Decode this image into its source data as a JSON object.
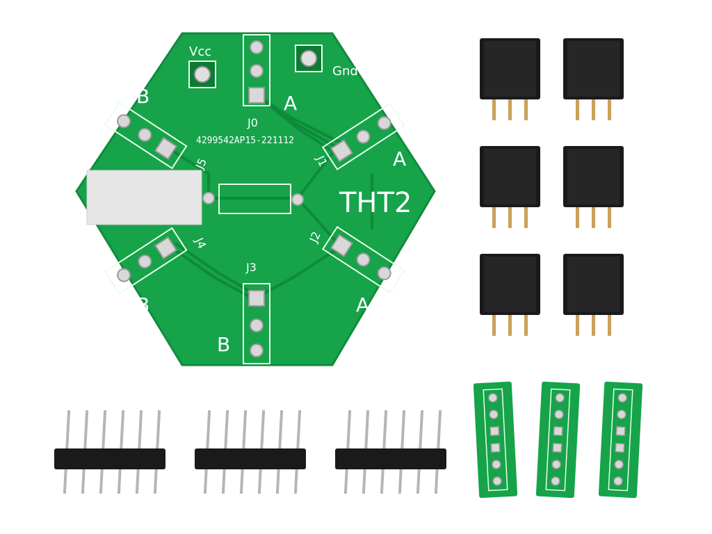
{
  "photo": {
    "background": "#ffffff",
    "pcb_color": "#16a34a",
    "pcb_dark_color": "#0d7a35",
    "header_body_color": "#1a1a1a",
    "pin_color": "#c8a15a"
  },
  "board": {
    "vcc_label": "Vcc",
    "gnd_label": "Gnd",
    "id_text": "4299542AP15-221112",
    "name_text": "THT2",
    "connectors": [
      {
        "ref": "J0",
        "side": "A"
      },
      {
        "ref": "J1",
        "side": "A"
      },
      {
        "ref": "J2",
        "side": "A"
      },
      {
        "ref": "J3",
        "side": "B"
      },
      {
        "ref": "J4",
        "side": "B"
      },
      {
        "ref": "J5",
        "side": "B"
      }
    ]
  },
  "loose_parts": {
    "female_headers": {
      "count": 6,
      "pins_each": 3
    },
    "male_headers": {
      "count": 3,
      "pins_each": 6
    },
    "breakout_boards": {
      "count": 3,
      "pads_each": 6
    }
  }
}
